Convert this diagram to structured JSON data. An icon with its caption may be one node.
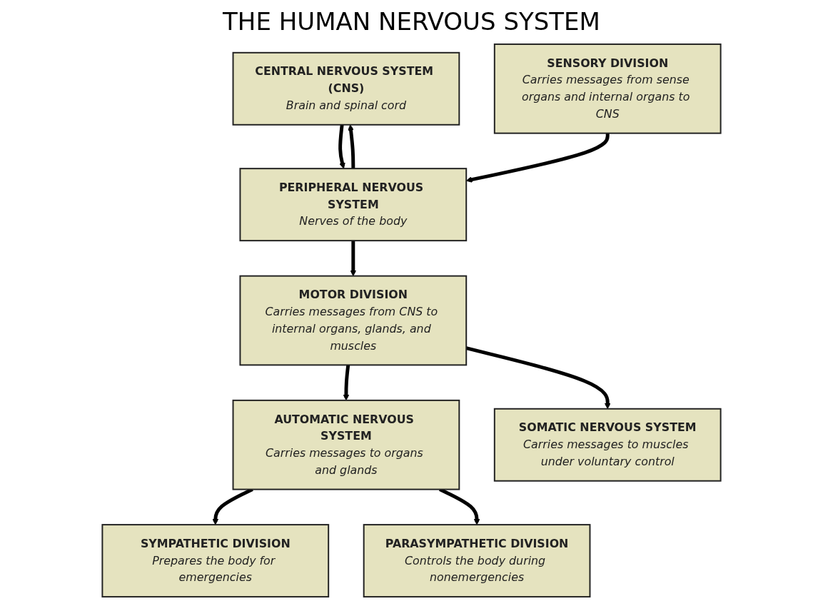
{
  "diagram": {
    "title": "THE HUMAN NERVOUS SYSTEM",
    "nodes": [
      {
        "text": [
          "CENTRAL NERVOUS SYSTEM (CNS)",
          "Brain and spinal cord"
        ]
      },
      {
        "text": [
          "PERIPHERAL NERVOUS SYSTEM",
          "Nerves of the body"
        ]
      },
      {
        "text": [
          "SENSORY DIVISION",
          "Carries messages from sense organs and internal organs to CNS"
        ]
      },
      {
        "text": [
          "MOTOR DIVISION",
          "Carries messages from CNS to internal organs, glands, and muscles"
        ]
      },
      {
        "text": [
          "AUTOMATIC NERVOUS SYSTEM",
          "Carries messages to organs and glands"
        ]
      },
      {
        "text": [
          "SOMATIC NERVOUS SYSTEM",
          "Carries messages to muscles under voluntary control"
        ]
      },
      {
        "text": [
          "SYMPATHETIC DIVISION",
          "Prepares the body for emergencies"
        ]
      },
      {
        "text": [
          "PARASYMPATHETIC DIVISION",
          "Controls the body during nonemergencies"
        ]
      }
    ],
    "edges": [
      {
        "from": 0,
        "to": 1,
        "arrow": "to"
      },
      {
        "from": 1,
        "to": 0,
        "arrow": "to"
      },
      {
        "from": 2,
        "to": 1,
        "arrow": "to"
      },
      {
        "from": 1,
        "to": 3,
        "arrow": "to"
      },
      {
        "from": 3,
        "to": 4,
        "arrow": "to"
      },
      {
        "from": 3,
        "to": 5,
        "arrow": "to"
      },
      {
        "from": 4,
        "to": 6,
        "arrow": "to"
      },
      {
        "from": 4,
        "to": 7,
        "arrow": "to"
      }
    ]
  }
}
